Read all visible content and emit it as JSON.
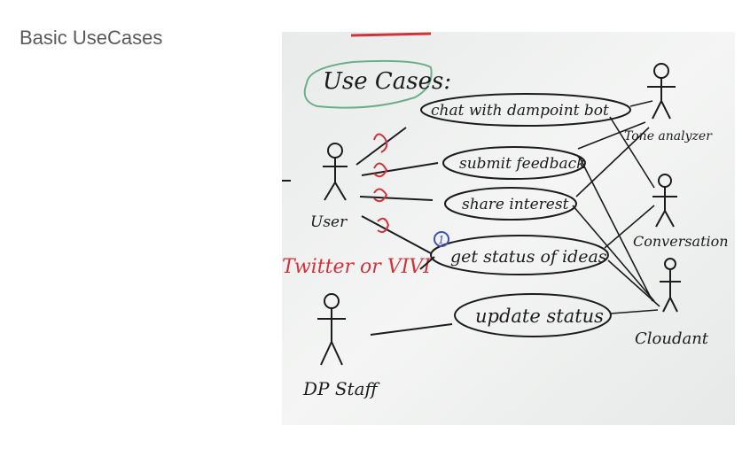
{
  "slide": {
    "title": "Basic UseCases"
  },
  "whiteboard": {
    "heading": "Use Cases:",
    "actors": {
      "user": "User",
      "channels": "Twitter or VIVI",
      "staff": "DP Staff",
      "tone_analyzer": "Tone analyzer",
      "conversation": "Conversation",
      "cloudant": "Cloudant"
    },
    "use_cases": [
      "chat with dampoint bot",
      "submit feedback",
      "share interest",
      "get status of ideas",
      "update status"
    ],
    "marks": {
      "blue_number": "1"
    },
    "colors": {
      "ink": "#1c1c1c",
      "red": "#d0343b",
      "blue": "#3f52b8",
      "green": "#6cae8a"
    }
  }
}
